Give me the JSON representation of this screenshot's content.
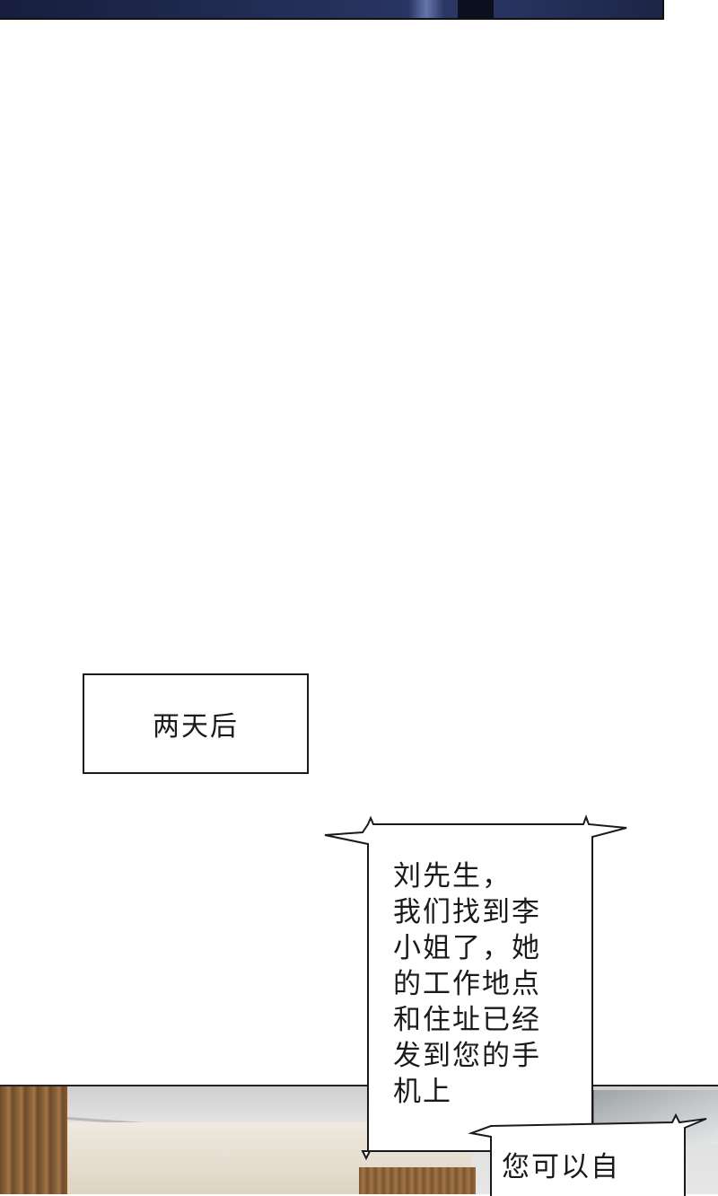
{
  "caption": {
    "text": "两天后"
  },
  "speech_bubbles": [
    {
      "id": "main",
      "lines": [
        "刘先生，",
        "我们找到李",
        "小姐了，她",
        "的工作地点",
        "和住址已经",
        "发到您的手",
        "机上"
      ]
    },
    {
      "id": "second",
      "lines": [
        "您可以自"
      ]
    }
  ],
  "colors": {
    "top_panel": "#222d55",
    "bubble_border": "#1a1a1a",
    "text": "#1a1a1a"
  }
}
